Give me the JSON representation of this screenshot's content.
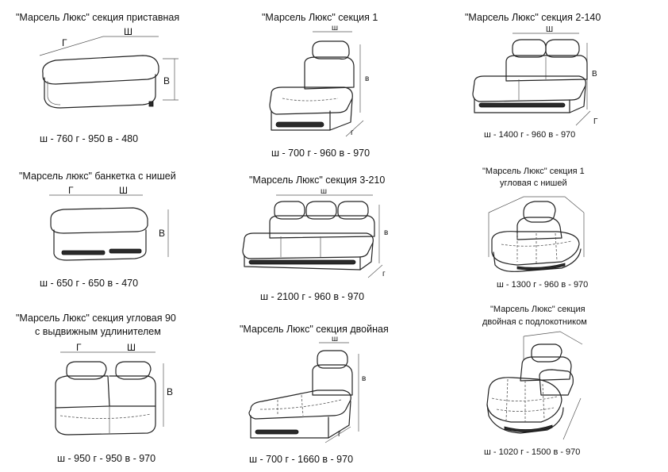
{
  "items": [
    {
      "title": "\"Марсель Люкс\" секция приставная",
      "dims": "ш - 760 г - 950 в - 480",
      "w": "Ш",
      "d": "Г",
      "h": "В"
    },
    {
      "title": "\"Марсель Люкс\" секция 1",
      "dims": "ш - 700 г - 960 в - 970",
      "w": "ш",
      "d": "г",
      "h": "в"
    },
    {
      "title": "\"Марсель Люкс\" секция 2-140",
      "dims": "ш - 1400 г - 960 в - 970",
      "w": "Ш",
      "d": "Г",
      "h": "В"
    },
    {
      "title": "\"Марсель люкс\" банкетка с нишей",
      "dims": "ш - 650 г - 650 в - 470",
      "w": "Ш",
      "d": "Г",
      "h": "В"
    },
    {
      "title": "\"Марсель Люкс\" секция 3-210",
      "dims": "ш - 2100 г - 960 в - 970",
      "w": "ш",
      "d": "г",
      "h": "в"
    },
    {
      "title_line1": "\"Марсель Люкс\" секция 1",
      "title_line2": "угловая с нишей",
      "dims": "ш - 1300 г - 960 в - 970"
    },
    {
      "title_line1": "\"Марсель Люкс\" секция угловая 90",
      "title_line2": "с выдвижным удлинителем",
      "dims": "ш - 950 г - 950 в - 970",
      "w": "Ш",
      "d": "Г",
      "h": "В"
    },
    {
      "title": "\"Марсель Люкс\" секция двойная",
      "dims": "ш - 700 г - 1660 в - 970",
      "w": "ш",
      "d": "г",
      "h": "в"
    },
    {
      "title_line1": "\"Марсель Люкс\" секция",
      "title_line2": "двойная с подлокотником",
      "dims": "ш - 1020 г - 1500 в - 970"
    }
  ]
}
